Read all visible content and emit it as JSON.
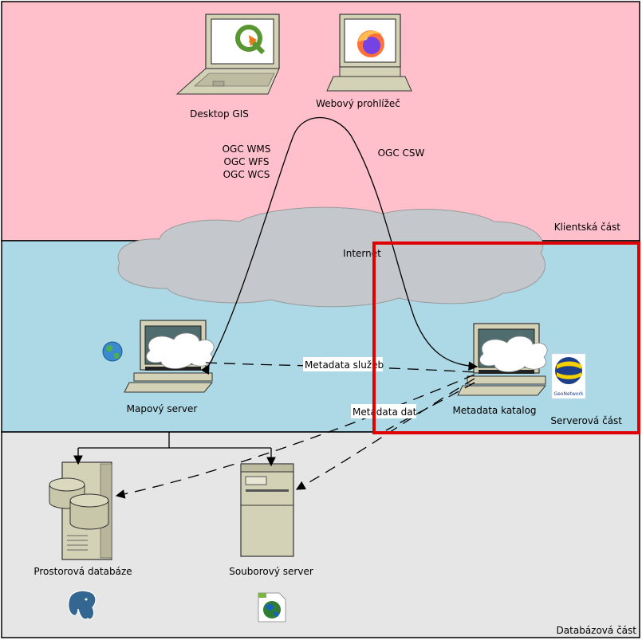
{
  "zones": {
    "client": "Klientská část",
    "server": "Serverová část",
    "database": "Databázová část"
  },
  "colors": {
    "client_bg": "#ffc0cb",
    "server_bg": "#add8e6",
    "database_bg": "#e6e6e6",
    "cloud": "#c4c8cc",
    "highlight": "#e00000",
    "monitor_beige": "#d4d2b6",
    "screen": "#4f6d6f"
  },
  "nodes": {
    "desktop_gis": "Desktop GIS",
    "web_browser": "Webový prohlížeč",
    "map_server": "Mapový server",
    "metadata_catalog": "Metadata katalog",
    "spatial_db": "Prostorová databáze",
    "file_server": "Souborový server"
  },
  "network": {
    "internet": "Internet"
  },
  "connections": {
    "ogc_map": [
      "OGC WMS",
      "OGC WFS",
      "OGC WCS"
    ],
    "ogc_csw": "OGC CSW",
    "service_metadata": "Metadata služeb",
    "data_metadata": "Metadata dat"
  },
  "icons": {
    "qgis": "qgis-logo-icon",
    "firefox": "firefox-logo-icon",
    "globe": "globe-icon",
    "geonetwork": "geonetwork-logo-icon",
    "geonetwork_caption": "GeoNetwork",
    "postgresql": "postgresql-elephant-icon",
    "raster_file": "raster-file-icon"
  }
}
